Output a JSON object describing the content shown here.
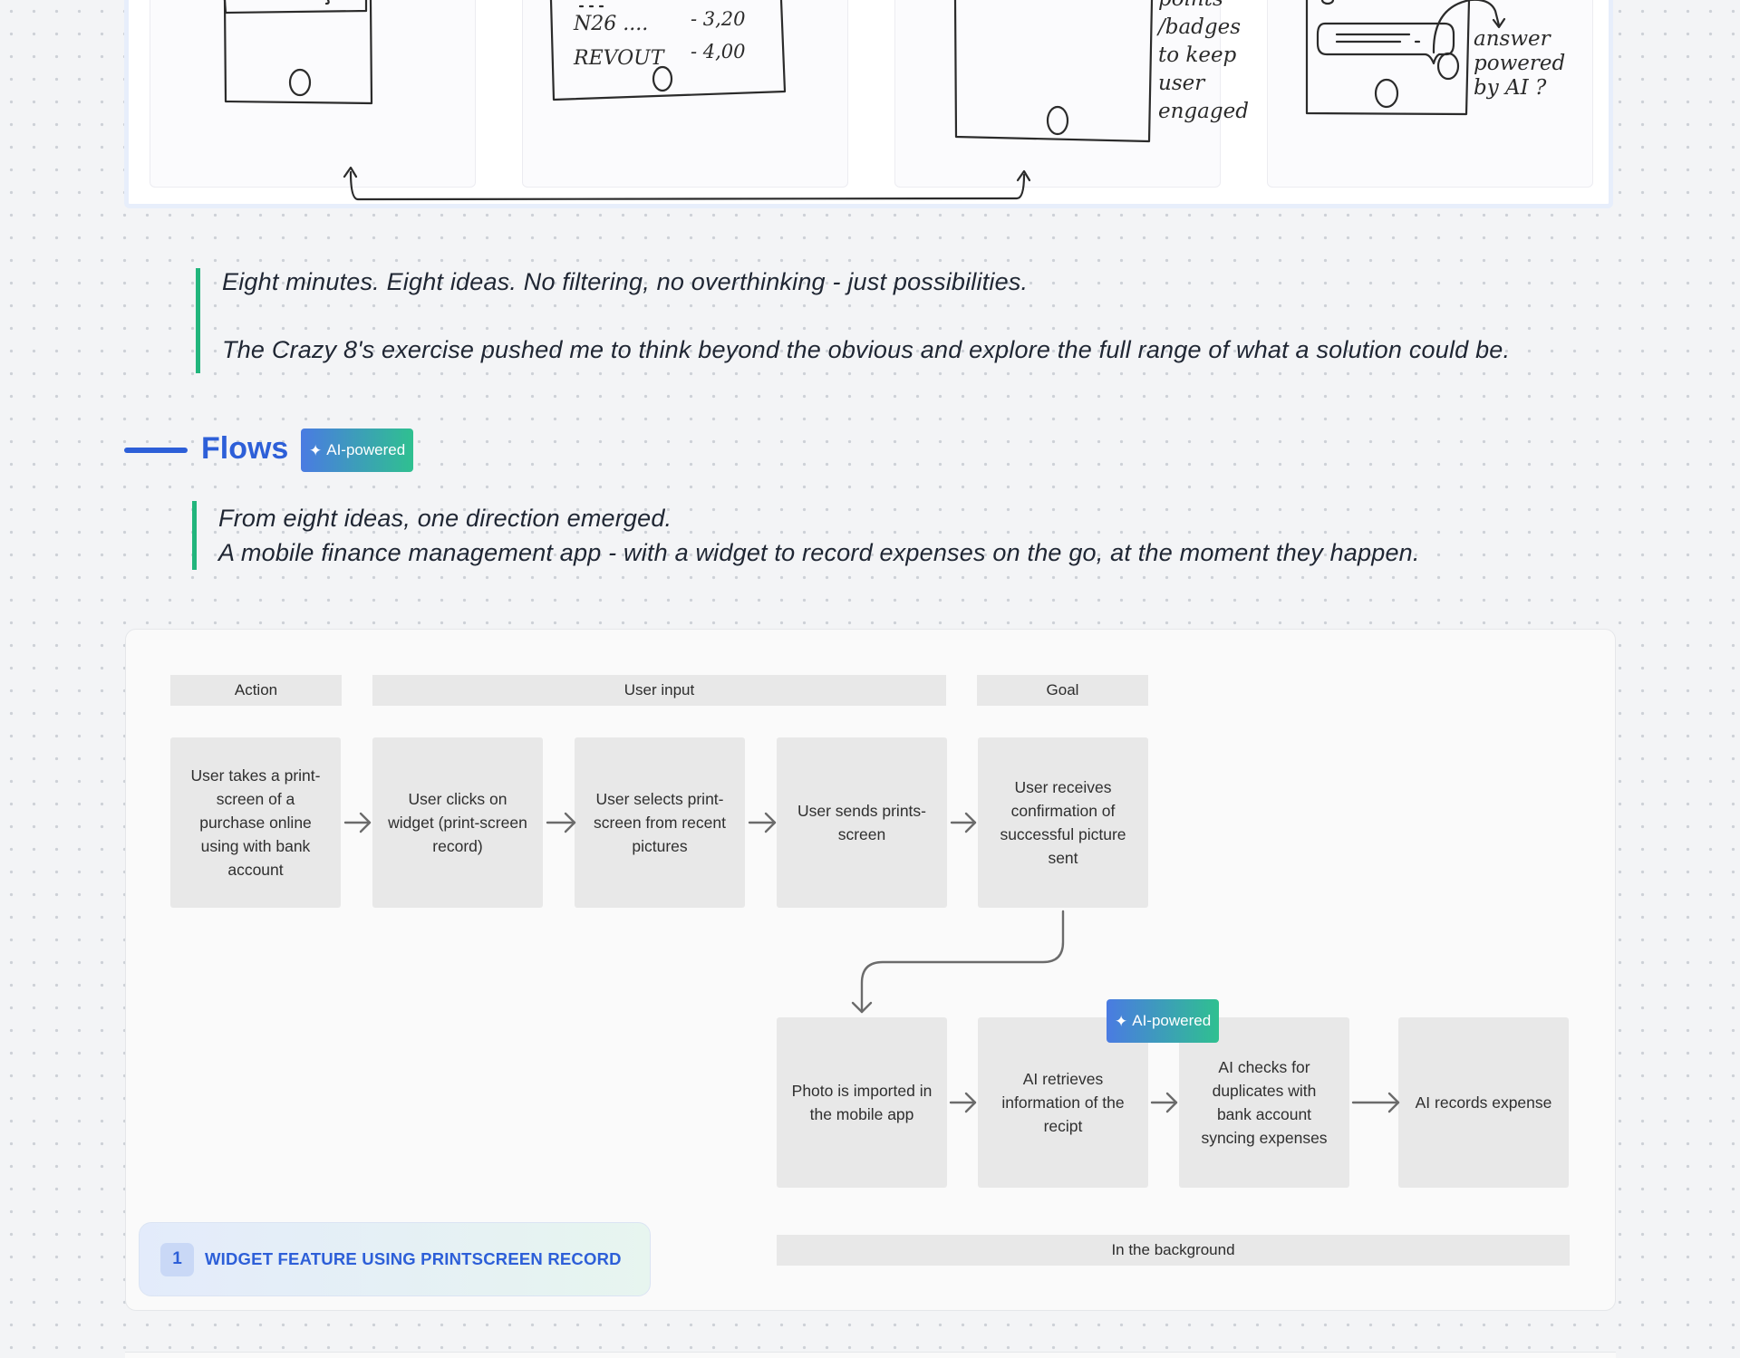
{
  "sketches": {
    "card2_text": [
      {
        "label": "N26 ....",
        "amount": "- 3,20"
      },
      {
        "label": "REVOUT",
        "amount": "- 4,00"
      }
    ],
    "card3_note": [
      "points",
      "/badges",
      "to keep",
      "user",
      "engaged"
    ],
    "card4_note": [
      "answer",
      "powered",
      "by AI ?"
    ]
  },
  "quote1": {
    "line1": "Eight minutes. Eight ideas. No filtering, no overthinking - just possibilities.",
    "line2": "The Crazy 8's exercise pushed me to think beyond the obvious and explore the full range of what a solution could be."
  },
  "section": {
    "title": "Flows",
    "badge": "AI-powered"
  },
  "quote2": {
    "line1": "From eight ideas, one direction emerged.",
    "line2": "A mobile finance management app - with a widget to record expenses on the go, at the moment they happen."
  },
  "flow": {
    "headers": {
      "action": "Action",
      "user_input": "User input",
      "goal": "Goal",
      "background": "In the background"
    },
    "row1": [
      "User takes a print-screen of a purchase online using with bank account",
      "User clicks on widget (print-screen record)",
      "User selects print-screen from recent pictures",
      "User sends prints-screen",
      "User receives confirmation of successful picture sent"
    ],
    "row2": [
      "Photo is imported in the mobile app",
      "AI retrieves information of the recipt",
      "AI checks for duplicates with bank account syncing expenses",
      "AI records expense"
    ],
    "ai_badge": "AI-powered",
    "feature": {
      "number": "1",
      "label": "WIDGET FEATURE USING PRINTSCREEN RECORD"
    }
  },
  "icons": {
    "badge_icon": "sparkle-icon",
    "arrow_icon": "arrow-right-icon"
  }
}
